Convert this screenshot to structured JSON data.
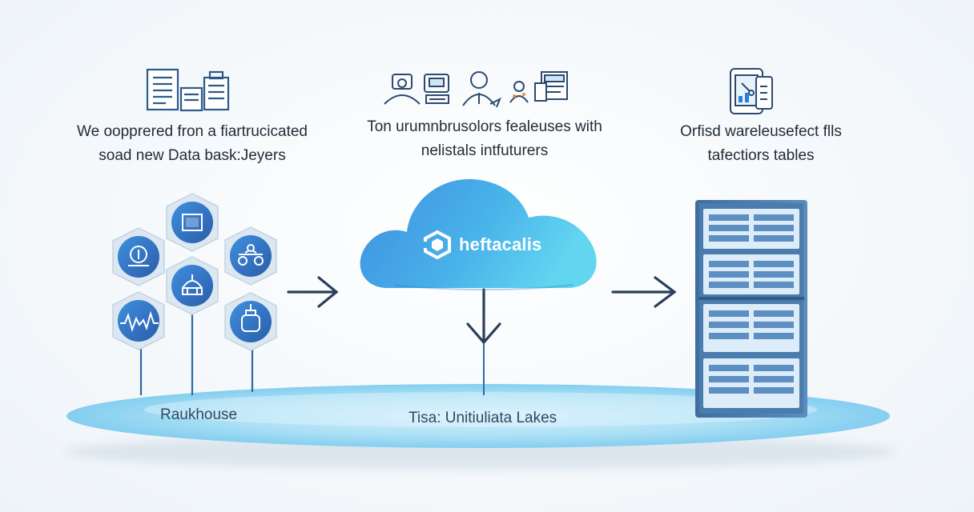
{
  "captions": {
    "left": {
      "line1": "We oopprered fron a fiartrucicated",
      "line2": "soad new Data bask:Jeyers"
    },
    "middle": {
      "line1": "Ton urumnbrusolors fealeuses with",
      "line2": "nelistals intfuturers"
    },
    "right": {
      "line1": "Orfisd wareleusefect flls",
      "line2": "tafectiors tables"
    }
  },
  "cloud": {
    "brand": "heftacalis",
    "icon": "brand-hexagon-logo-icon"
  },
  "ground": {
    "left_label": "Raukhouse",
    "center_label": "Tisa: Unitiuliata Lakes"
  },
  "icons": {
    "top_left": "documents-icon",
    "top_middle": "people-devices-icon",
    "top_right": "tablet-touch-icon",
    "sources": [
      "camera-lens-icon",
      "photo-window-icon",
      "network-nodes-icon",
      "building-dome-icon",
      "waveform-icon",
      "container-jar-icon"
    ],
    "arrows": [
      "arrow-right-icon",
      "arrow-down-icon",
      "arrow-right-icon"
    ],
    "warehouse": "server-rack-icon"
  },
  "colors": {
    "accent_dark": "#2a3e5c",
    "accent_blue": "#2b7fd4",
    "cloud_light": "#5fd2f0",
    "cloud_dark": "#3b8ee0",
    "ground": "#7dccf0"
  }
}
